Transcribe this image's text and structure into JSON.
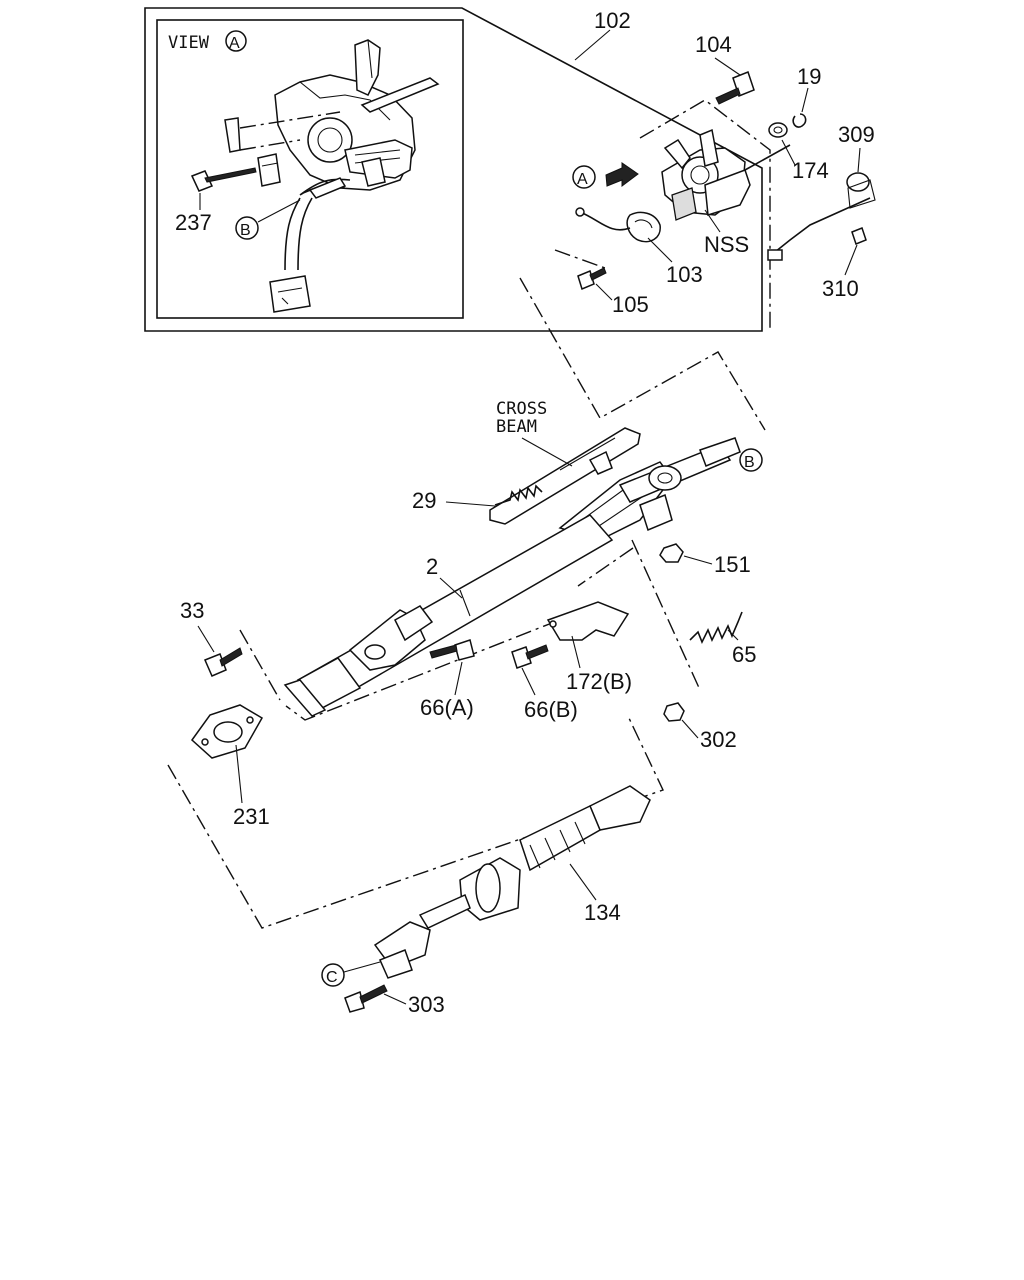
{
  "callouts": {
    "view_title": "VIEW",
    "view_ref": "A",
    "p102": "102",
    "p104": "104",
    "p19": "19",
    "p309": "309",
    "p174": "174",
    "p103": "103",
    "nss": "NSS",
    "p105": "105",
    "p310": "310",
    "ref_a": "A",
    "p237": "237",
    "ref_b_inset": "B",
    "cross_beam_1": "CROSS",
    "cross_beam_2": "BEAM",
    "ref_b": "B",
    "p29": "29",
    "p151": "151",
    "p2": "2",
    "p33": "33",
    "p65": "65",
    "p172b": "172(B)",
    "p66a": "66(A)",
    "p66b": "66(B)",
    "p302": "302",
    "p231": "231",
    "p134": "134",
    "ref_c": "C",
    "p303": "303"
  }
}
